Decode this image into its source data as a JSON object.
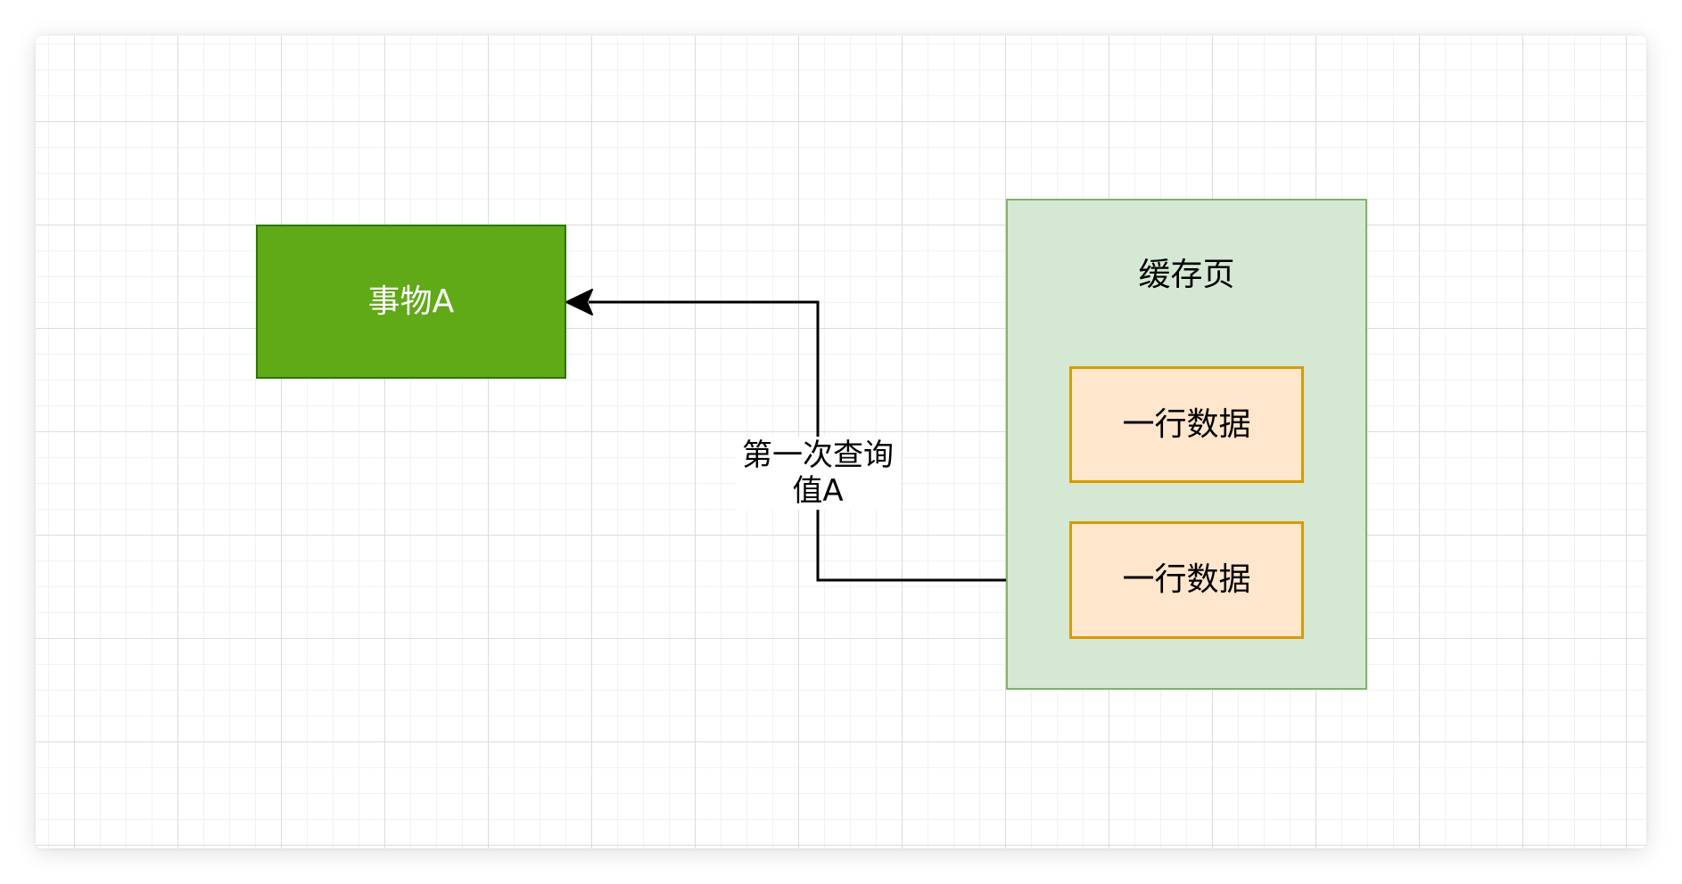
{
  "canvas": {
    "background": "#ffffff",
    "grid_minor_color": "#f2f2f2",
    "grid_major_color": "#dcdcdc"
  },
  "diagram": {
    "nodes": {
      "thing_a": {
        "label": "事物A",
        "fill": "#60a917",
        "stroke": "#2d7600",
        "text_color": "#ffffff"
      },
      "cache_page": {
        "label": "缓存页",
        "fill": "#d5e8d4",
        "stroke": "#82b366",
        "text_color": "#000000"
      },
      "row_1": {
        "label": "一行数据",
        "fill": "#ffe6cc",
        "stroke": "#d79b00",
        "text_color": "#000000"
      },
      "row_2": {
        "label": "一行数据",
        "fill": "#ffe6cc",
        "stroke": "#d79b00",
        "text_color": "#000000"
      }
    },
    "edge": {
      "from": "row_2",
      "to": "thing_a",
      "color": "#000000",
      "label_line1": "第一次查询",
      "label_line2": "值A"
    }
  }
}
